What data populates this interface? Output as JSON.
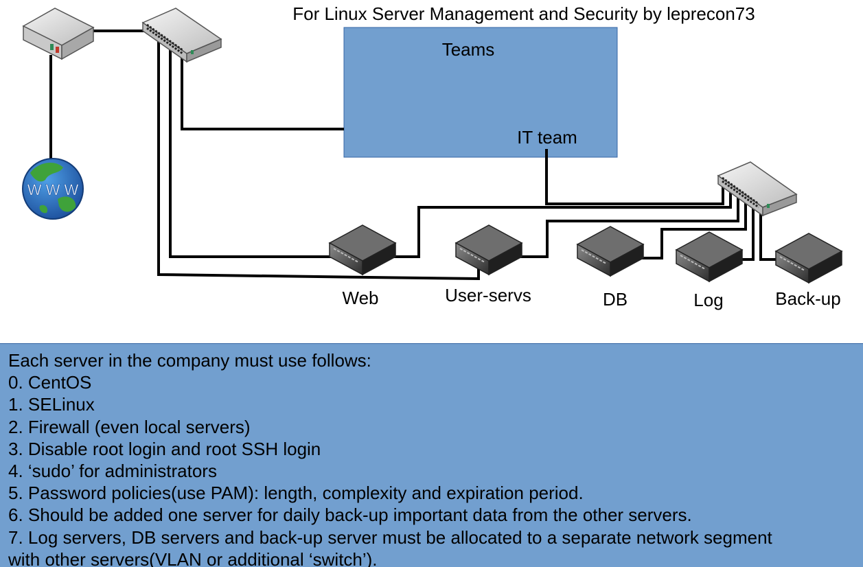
{
  "title": "For Linux Server Management and Security by leprecon73",
  "teams_box": {
    "title": "Teams",
    "it_team": "IT team"
  },
  "internet": {
    "globe_text": "W W W"
  },
  "servers": [
    {
      "label": "Web"
    },
    {
      "label": "User-servs"
    },
    {
      "label": "DB"
    },
    {
      "label": "Log"
    },
    {
      "label": "Back-up"
    }
  ],
  "policy": {
    "heading": "Each server in the company must use follows:",
    "items": [
      "0. CentOS",
      "1. SELinux",
      "2. Firewall (even local servers)",
      "3. Disable root login and root SSH login",
      "4. ‘sudo’ for administrators",
      "5. Password policies(use PAM): length, complexity and expiration period.",
      "6. Should be added one server for daily back-up important data from the other servers.",
      "7. Log servers, DB servers and back-up server must be allocated to a separate network segment",
      "with other servers(VLAN or additional ‘switch’)."
    ]
  },
  "colors": {
    "teams_box": "#729fcf",
    "notes_bg": "#729fcf",
    "lines": "#000000"
  }
}
